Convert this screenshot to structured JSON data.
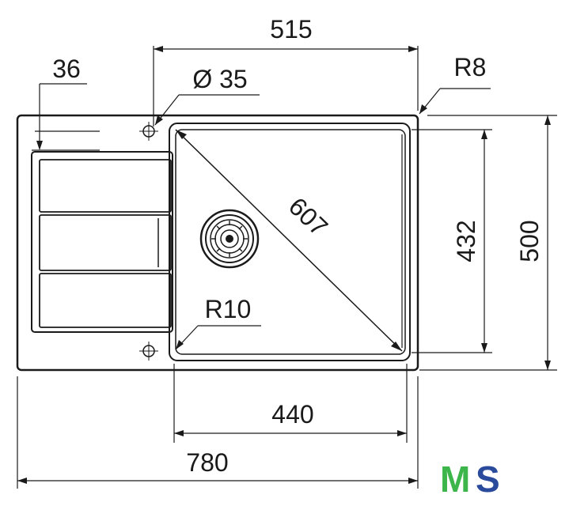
{
  "dimensions": {
    "top_width": "515",
    "drain_offset": "36",
    "tap_hole": "Ø 35",
    "corner_radius_outer": "R8",
    "bowl_diagonal": "607",
    "bowl_height": "432",
    "overall_height": "500",
    "bowl_corner_radius": "R10",
    "bowl_width": "440",
    "overall_width": "780"
  },
  "logo": {
    "left": "M",
    "right": "S",
    "colors": {
      "left": "#3cb54a",
      "right": "#2a4b9b"
    }
  },
  "colors": {
    "line": "#1a1a1a",
    "background": "#ffffff"
  }
}
